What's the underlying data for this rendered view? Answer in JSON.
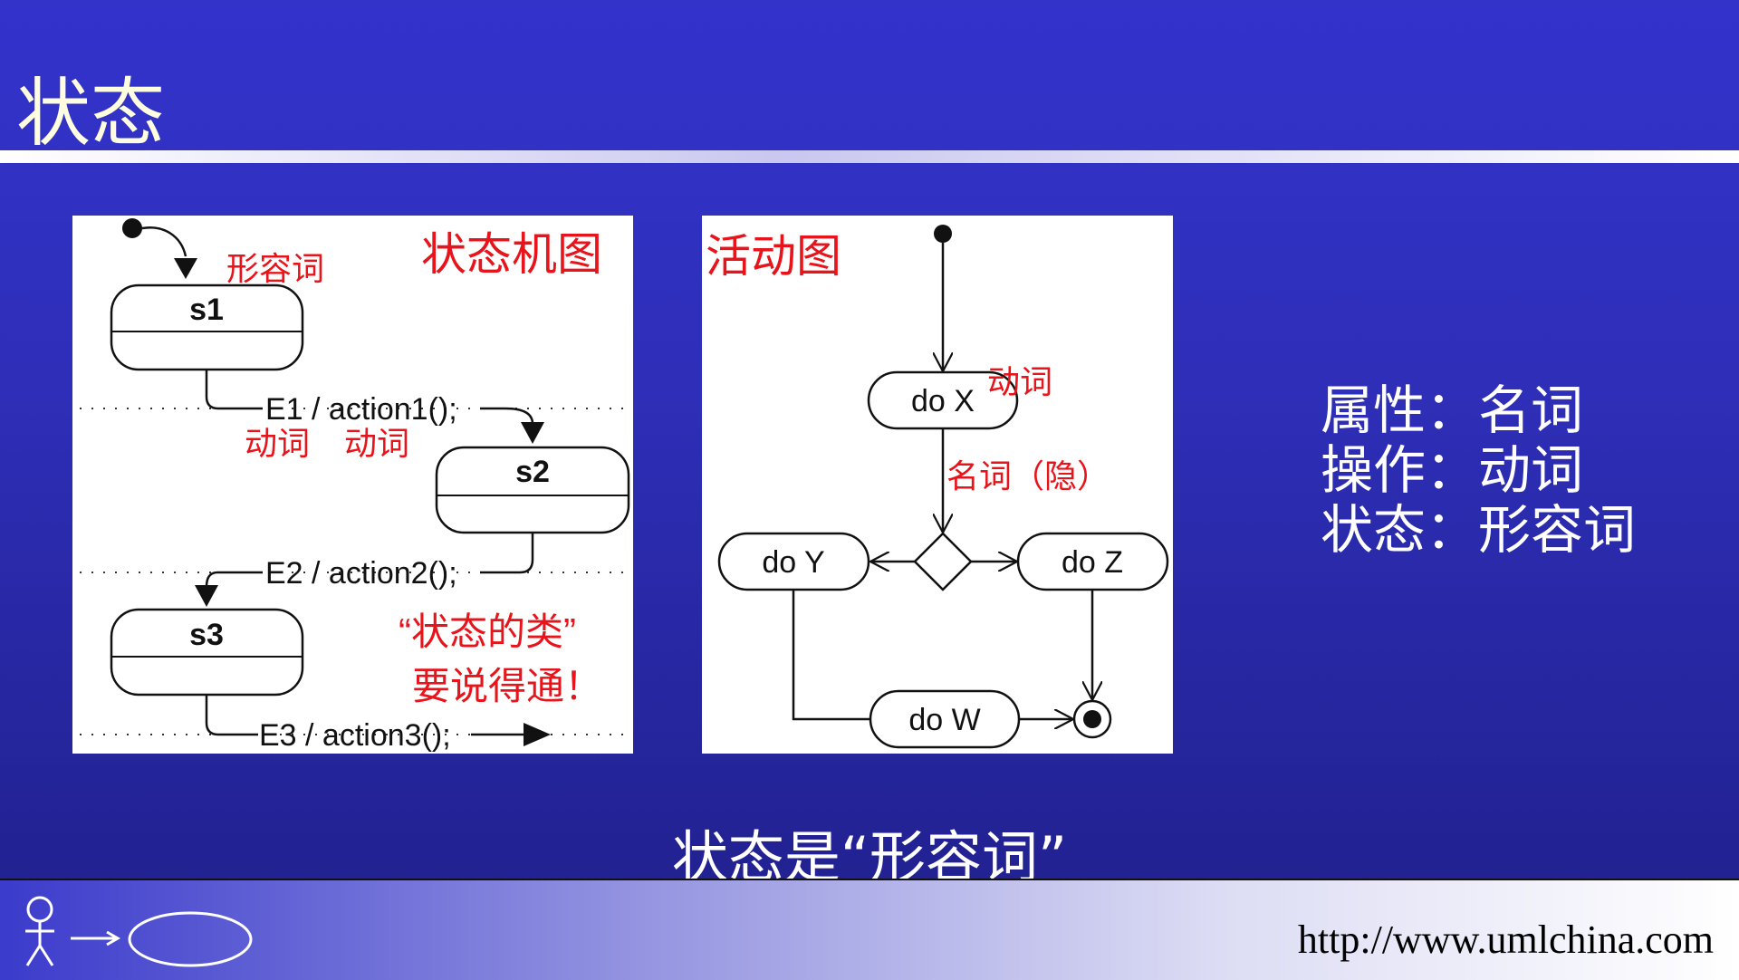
{
  "slide": {
    "title": "状态",
    "bottom_caption": "状态是“形容词”",
    "footer_url": "http://www.umlchina.com",
    "colors": {
      "background": "#3333cc",
      "annotation": "#e8141b",
      "title_text": "#fffde0"
    }
  },
  "state_machine": {
    "heading": "状态机图",
    "states": [
      "s1",
      "s2",
      "s3"
    ],
    "transitions": [
      "E1 / action1();",
      "E2 / action2();",
      "E3 / action3();"
    ],
    "annotations": {
      "state_adjective": "形容词",
      "event_verb": "动词",
      "action_verb": "动词",
      "note_line1": "“状态的类”",
      "note_line2": "要说得通！"
    }
  },
  "activity": {
    "heading": "活动图",
    "actions": [
      "do X",
      "do Y",
      "do Z",
      "do W"
    ],
    "annotations": {
      "action_verb": "动词",
      "flow_noun": "名词（隐）"
    }
  },
  "mapping": [
    "属性：名词",
    "操作：动词",
    "状态：形容词"
  ],
  "icons": [
    "actor-icon",
    "use-case-ellipse-icon"
  ]
}
